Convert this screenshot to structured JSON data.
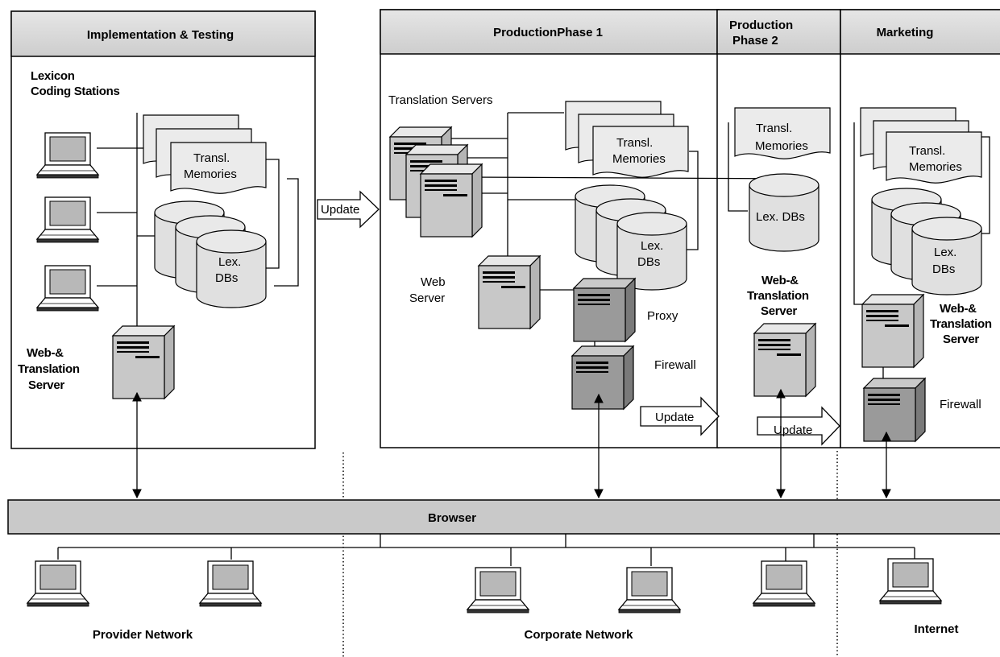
{
  "sections": {
    "implementation": {
      "title": "Implementation & Testing",
      "lexicon_line1": "Lexicon",
      "lexicon_line2": "Coding Stations",
      "memories_line1": "Transl.",
      "memories_line2": "Memories",
      "db_line1": "Lex.",
      "db_line2": "DBs",
      "server_line1": "Web-&",
      "server_line2": "Translation",
      "server_line3": "Server"
    },
    "production1": {
      "title": "ProductionPhase  1",
      "translation_servers": "Translation Servers",
      "memories_line1": "Transl.",
      "memories_line2": "Memories",
      "db_line1": "Lex.",
      "db_line2": "DBs",
      "web_line1": "Web",
      "web_line2": "Server",
      "proxy": "Proxy",
      "firewall": "Firewall"
    },
    "production2": {
      "title_line1": "Production",
      "title_line2": "Phase  2",
      "memories_line1": "Transl.",
      "memories_line2": "Memories",
      "db": "Lex. DBs",
      "server_line1": "Web-&",
      "server_line2": "Translation",
      "server_line3": "Server"
    },
    "marketing": {
      "title": "Marketing",
      "memories_line1": "Transl.",
      "memories_line2": "Memories",
      "db_line1": "Lex.",
      "db_line2": "DBs",
      "server_line1": "Web-&",
      "server_line2": "Translation",
      "server_line3": "Server",
      "firewall": "Firewall"
    }
  },
  "arrows": {
    "update1": "Update",
    "update2": "Update",
    "update3": "Update"
  },
  "browser_label": "Browser",
  "networks": {
    "provider": "Provider Network",
    "corporate": "Corporate Network",
    "internet": "Internet"
  }
}
